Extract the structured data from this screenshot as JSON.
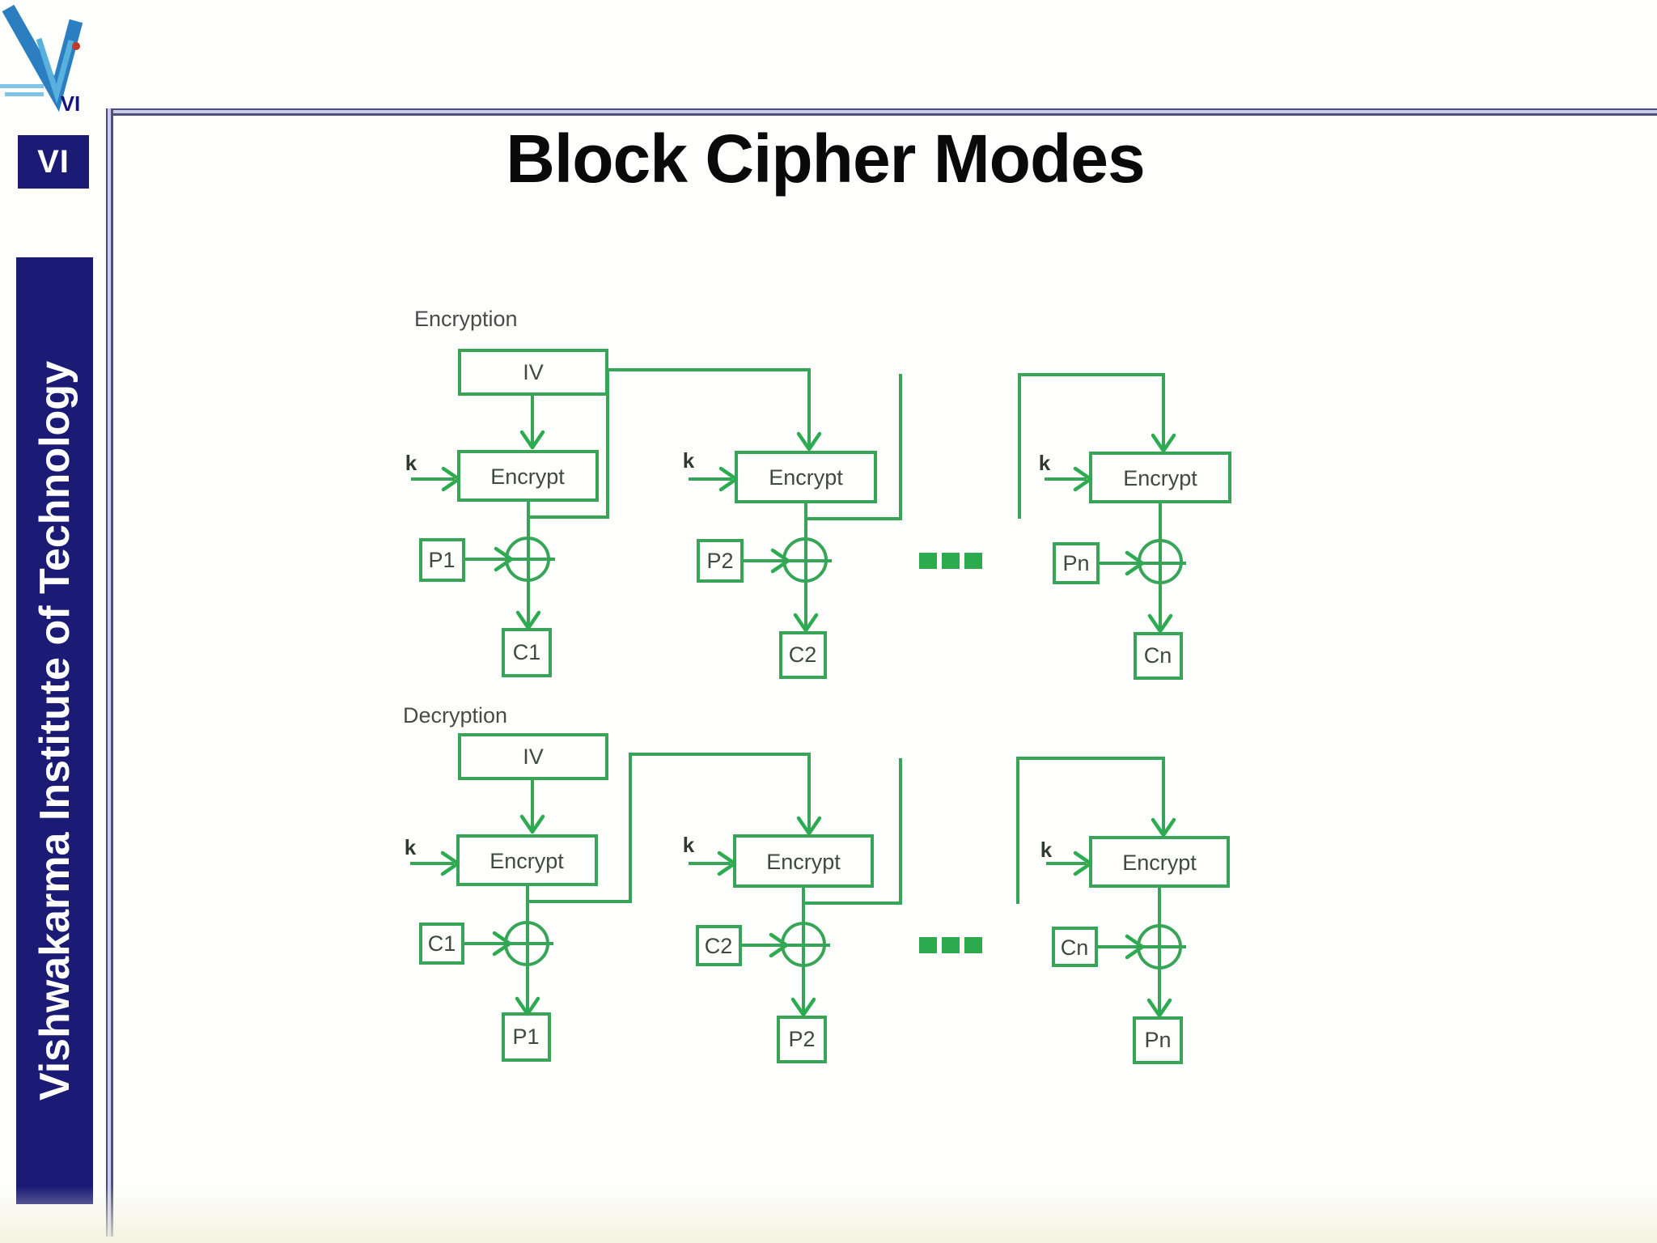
{
  "page": {
    "title": "Block Cipher Modes"
  },
  "branding": {
    "logo_text": "VI",
    "badge_text": "VI",
    "sidebar_text": "Vishwakarma Institute of Technology"
  },
  "colors": {
    "diagram_green": "#38a457",
    "navy": "#1b1b75",
    "frame_line": "#4c4c7a"
  },
  "diagram": {
    "sections": [
      {
        "label": "Encryption",
        "iv_label": "IV",
        "key_label": "k",
        "cipher_label": "Encrypt",
        "blocks": [
          {
            "input": "P1",
            "output": "C1"
          },
          {
            "input": "P2",
            "output": "C2"
          },
          {
            "input": "Pn",
            "output": "Cn"
          }
        ]
      },
      {
        "label": "Decryption",
        "iv_label": "IV",
        "key_label": "k",
        "cipher_label": "Encrypt",
        "blocks": [
          {
            "input": "C1",
            "output": "P1"
          },
          {
            "input": "C2",
            "output": "P2"
          },
          {
            "input": "Cn",
            "output": "Pn"
          }
        ]
      }
    ]
  }
}
